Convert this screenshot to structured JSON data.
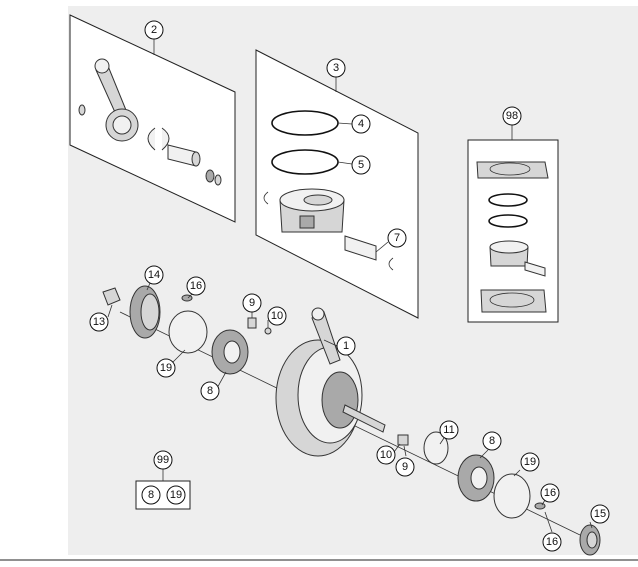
{
  "callouts": [
    {
      "id": "c2",
      "label": "2"
    },
    {
      "id": "c3",
      "label": "3"
    },
    {
      "id": "c4",
      "label": "4"
    },
    {
      "id": "c5",
      "label": "5"
    },
    {
      "id": "c7",
      "label": "7"
    },
    {
      "id": "c98",
      "label": "98"
    },
    {
      "id": "c14",
      "label": "14"
    },
    {
      "id": "c16a",
      "label": "16"
    },
    {
      "id": "c13",
      "label": "13"
    },
    {
      "id": "c19a",
      "label": "19"
    },
    {
      "id": "c9a",
      "label": "9"
    },
    {
      "id": "c10a",
      "label": "10"
    },
    {
      "id": "c1",
      "label": "1"
    },
    {
      "id": "c8a",
      "label": "8"
    },
    {
      "id": "c99",
      "label": "99"
    },
    {
      "id": "c8b",
      "label": "8"
    },
    {
      "id": "c19b",
      "label": "19"
    },
    {
      "id": "c11",
      "label": "11"
    },
    {
      "id": "c8c",
      "label": "8"
    },
    {
      "id": "c10b",
      "label": "10"
    },
    {
      "id": "c9b",
      "label": "9"
    },
    {
      "id": "c19c",
      "label": "19"
    },
    {
      "id": "c16b",
      "label": "16"
    },
    {
      "id": "c15",
      "label": "15"
    },
    {
      "id": "c16c",
      "label": "16"
    }
  ]
}
